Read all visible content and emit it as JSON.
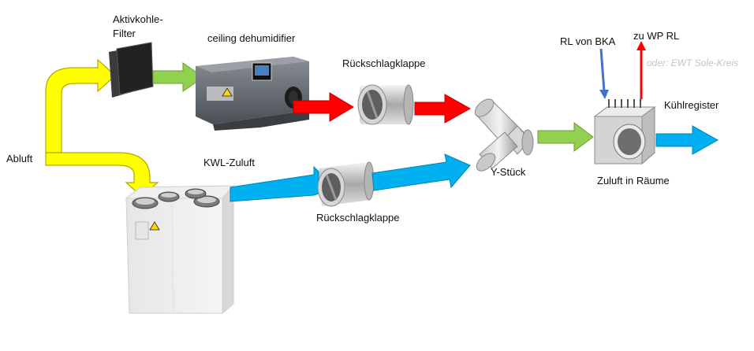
{
  "labels": {
    "abluft": "Abluft",
    "aktivkohle_line1": "Aktivkohle-",
    "aktivkohle_line2": "Filter",
    "dehumidifier": "ceiling dehumidifier",
    "rueckschlag_top": "Rückschlagklappe",
    "rueckschlag_bottom": "Rückschlagklappe",
    "kwl_zuluft": "KWL-Zuluft",
    "y_stueck": "Y-Stück",
    "rl_von_bka": "RL von BKA",
    "zu_wp_rl": "zu WP RL",
    "ewt_note": "oder: EWT Sole-Kreis",
    "kuehlregister": "Kühlregister",
    "zuluft_raeume": "Zuluft in Räume"
  },
  "colors": {
    "abluft_arrow": "#ffff00",
    "filtered_arrow": "#92d050",
    "dry_arrow": "#ff0000",
    "supply_arrow": "#00b0f0",
    "bka_arrow": "#4472c4",
    "wp_arrow": "#ff0000"
  }
}
